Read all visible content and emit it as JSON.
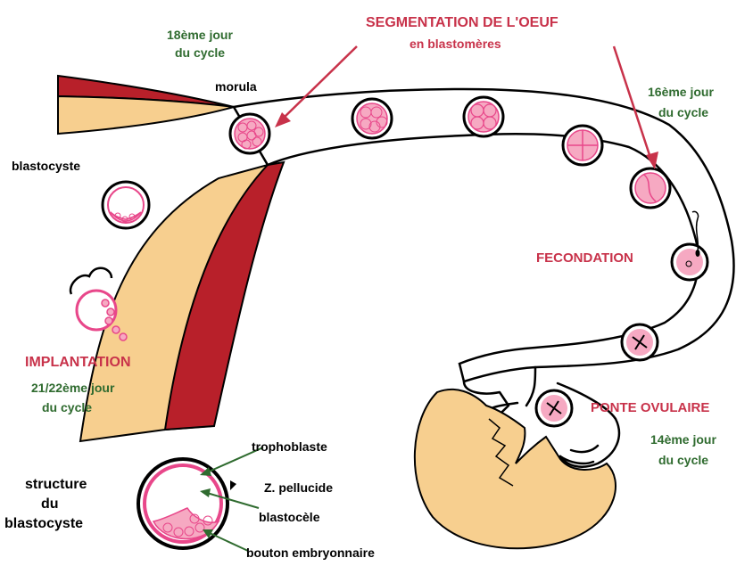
{
  "colors": {
    "tube_fill": "#ffffff",
    "uterus_tan": "#f7cf8f",
    "uterus_red": "#b8202a",
    "cell_pink": "#f6a9c2",
    "cell_pink_dark": "#e8478a",
    "label_red": "#c8324a",
    "label_green": "#2f6b2f",
    "outline": "#000000"
  },
  "labels": {
    "segmentation_title": "SEGMENTATION DE L'OEUF",
    "segmentation_sub": "en blastomères",
    "day18_line1": "18ème jour",
    "day18_line2": "du cycle",
    "morula": "morula",
    "day16_line1": "16ème jour",
    "day16_line2": "du cycle",
    "blastocyste": "blastocyste",
    "fecondation": "FECONDATION",
    "implantation": "IMPLANTATION",
    "day2122_line1": "21/22ème jour",
    "day2122_line2": "du cycle",
    "ponte_ovulaire": "PONTE OVULAIRE",
    "day14_line1": "14ème jour",
    "day14_line2": "du cycle",
    "structure_line1": "structure",
    "structure_line2": "du",
    "structure_line3": "blastocyste",
    "trophoblaste": "trophoblaste",
    "z_pellucide": "Z. pellucide",
    "blastocele": "blastocèle",
    "bouton_embryonnaire": "bouton embryonnaire"
  }
}
